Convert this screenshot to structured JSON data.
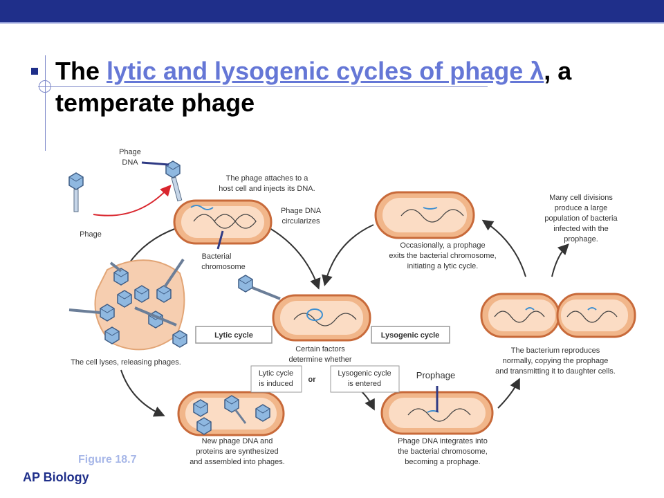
{
  "slide": {
    "title_prefix": "The ",
    "title_link": "lytic and lysogenic cycles of phage λ",
    "title_suffix": ", a temperate phage",
    "figure_caption": "Figure 18.7",
    "footer": "AP Biology"
  },
  "labels": {
    "phage_dna": [
      "Phage",
      "DNA"
    ],
    "phage": "Phage",
    "attach": [
      "The phage attaches to a",
      "host cell and injects its DNA."
    ],
    "circularizes": [
      "Phage DNA",
      "circularizes"
    ],
    "bacterial_chromosome": [
      "Bacterial",
      "chromosome"
    ],
    "lyses": "The cell lyses, releasing phages.",
    "lytic_cycle": "Lytic cycle",
    "lysogenic_cycle": "Lysogenic cycle",
    "certain_factors": [
      "Certain factors",
      "determine whether"
    ],
    "lytic_induced": [
      "Lytic cycle",
      "is induced"
    ],
    "or": "or",
    "lysogenic_entered": [
      "Lysogenic cycle",
      "is entered"
    ],
    "prophage": "Prophage",
    "new_dna": [
      "New phage DNA and",
      "proteins are synthesized",
      "and assembled into phages."
    ],
    "integrates": [
      "Phage DNA integrates into",
      "the bacterial chromosome,",
      "becoming a prophage."
    ],
    "reproduces": [
      "The bacterium reproduces",
      "normally, copying the prophage",
      "and transmitting it to daughter cells."
    ],
    "occasionally": [
      "Occasionally, a prophage",
      "exits the bacterial chromosome,",
      "initiating a lytic cycle."
    ],
    "divisions": [
      "Many cell divisions",
      "produce a large",
      "population of bacteria",
      "infected with the",
      "prophage."
    ]
  }
}
